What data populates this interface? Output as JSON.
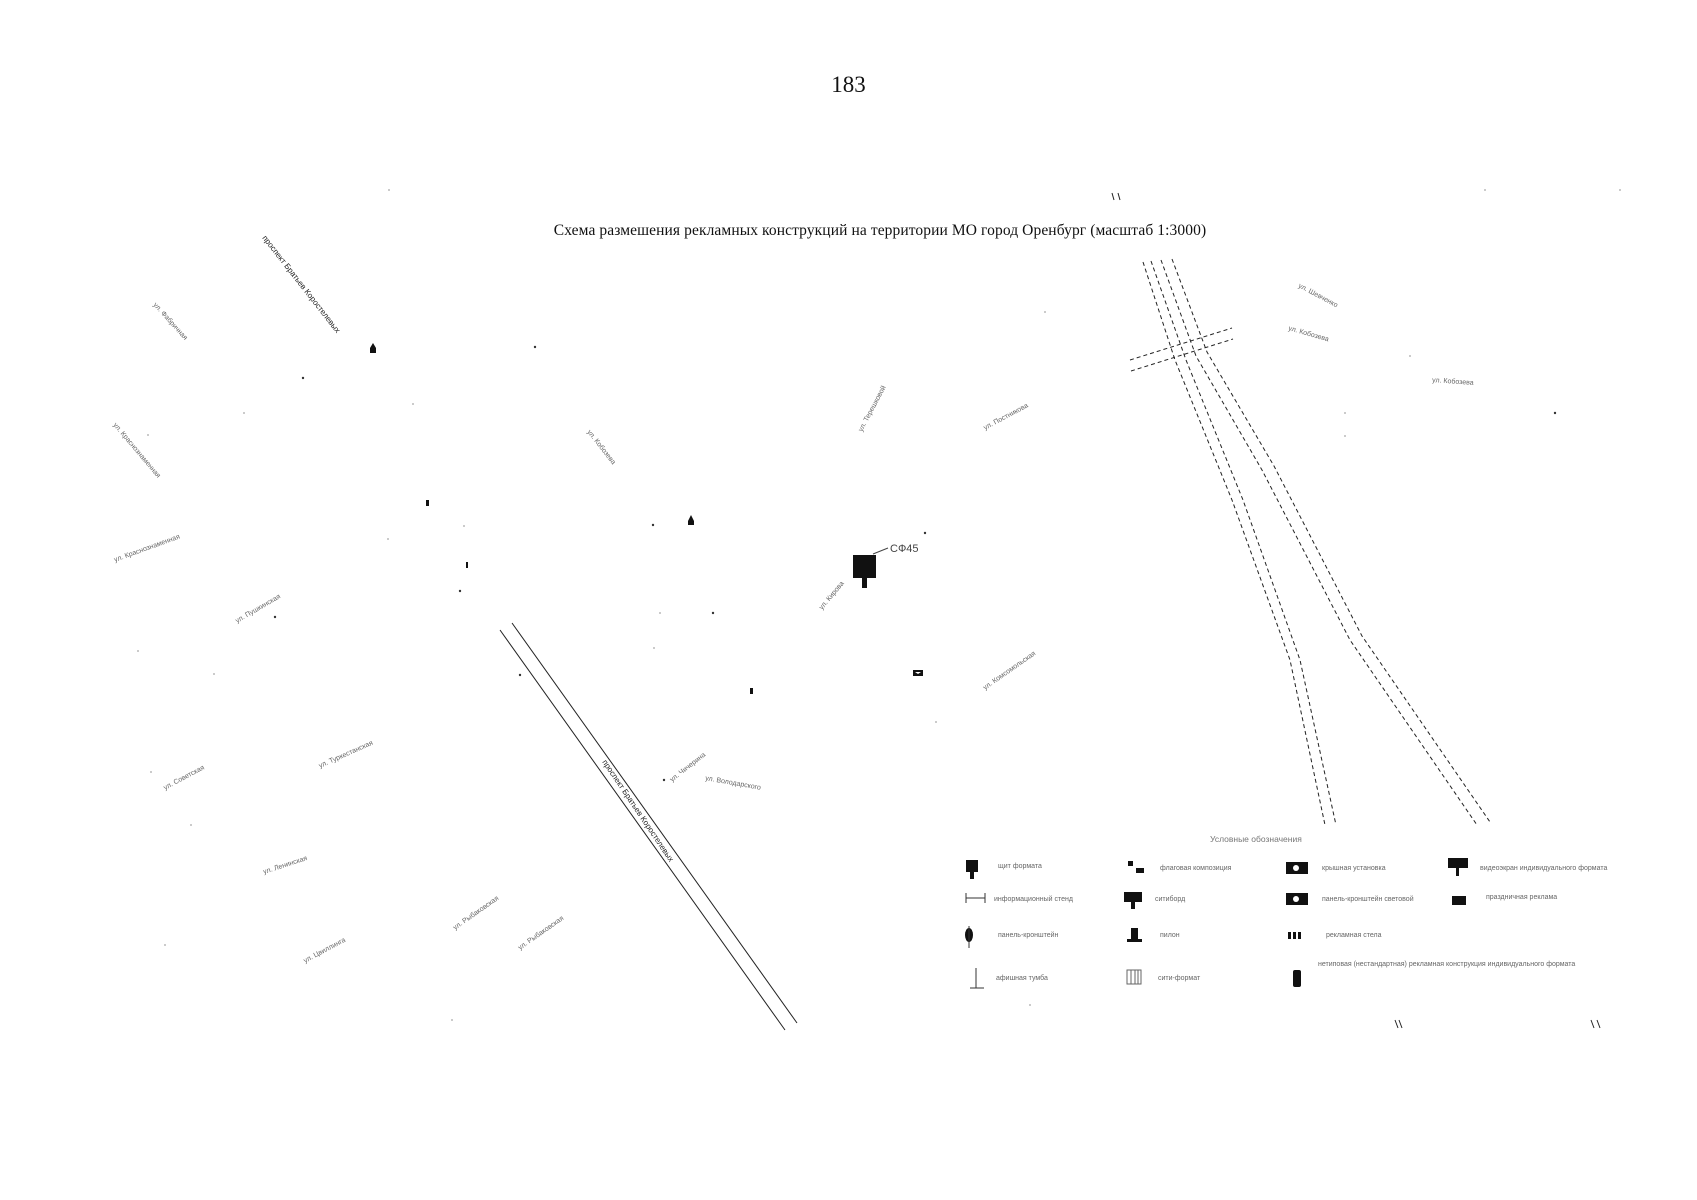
{
  "page": {
    "number": "183"
  },
  "map": {
    "title": "Схема размешения рекламных конструкций на территории МО город Оренбург (масштаб 1:3000)",
    "marker": {
      "label": "СФ45",
      "type": "shield-standard-format"
    },
    "streets": [
      "проспект Братьев Коростелевых",
      "проспект Братьев Коростелевых",
      "ул. Фабричная",
      "ул. Краснознаменная",
      "ул. Краснознаменная",
      "ул. Кобозева",
      "ул. Терешковой",
      "ул. Постникова",
      "ул. Пушкинская",
      "ул. Кирова",
      "ул. Комсомольская",
      "ул. Советская",
      "ул. Туркестанская",
      "ул. Чичерина",
      "ул. Володарского",
      "ул. Ленинская",
      "ул. Цвиллинга",
      "ул. Рыбаковская",
      "ул. Рыбаковская",
      "ул. Шевченко",
      "ул. Кобозева",
      "ул. Кобозева"
    ],
    "legend": {
      "title": "Условные обозначения",
      "items": [
        {
          "label": "щит формата",
          "icon": "shield-icon"
        },
        {
          "label": "флаговая композиция",
          "icon": "flag-composition-icon"
        },
        {
          "label": "крышная установка",
          "icon": "roof-installation-icon"
        },
        {
          "label": "видеоэкран индивидуального формата",
          "icon": "video-screen-icon"
        },
        {
          "label": "информационный стенд",
          "icon": "info-stand-icon"
        },
        {
          "label": "ситиборд",
          "icon": "cityboard-icon"
        },
        {
          "label": "панель-кронштейн световой",
          "icon": "wall-installation-icon"
        },
        {
          "label": "праздничная реклама",
          "icon": "festive-ad-icon"
        },
        {
          "label": "панель-кронштейн",
          "icon": "panel-bracket-icon"
        },
        {
          "label": "пилон",
          "icon": "pylon-icon"
        },
        {
          "label": "рекламная стела",
          "icon": "stele-icon"
        },
        {
          "label": "афишная тумба",
          "icon": "poster-pillar-icon"
        },
        {
          "label": "сити-формат",
          "icon": "city-format-icon"
        },
        {
          "label": "нетиповая (нестандартная) рекламная конструкция индивидуального формата",
          "icon": "nonstandard-icon"
        }
      ]
    }
  }
}
